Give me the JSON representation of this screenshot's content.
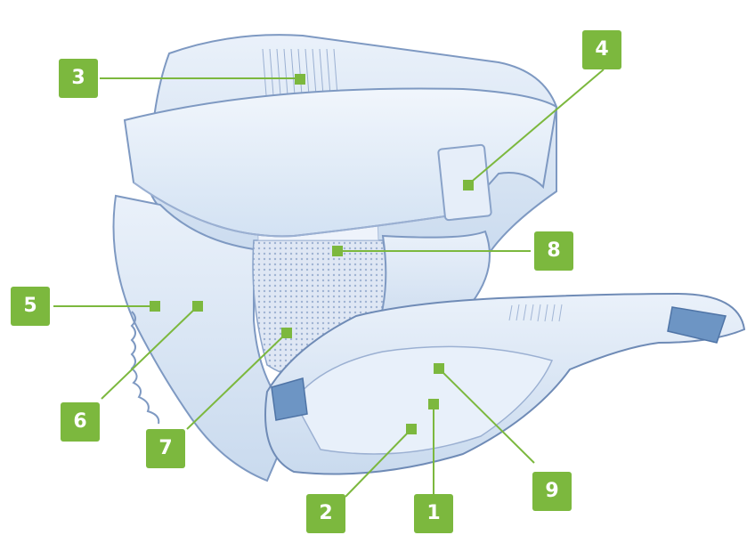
{
  "accent_color": "#7cb83e",
  "product_illustration": {
    "icon": "incontinence-brief-with-waist-belt-icon",
    "colors": {
      "fabric": "#dfeaf7",
      "fabric_shadow": "#b7cbe6",
      "outline": "#5b79a8",
      "tab": "#6d95c4",
      "core": "#eef3fb"
    }
  },
  "callouts": [
    {
      "id": "3",
      "label": "3"
    },
    {
      "id": "4",
      "label": "4"
    },
    {
      "id": "8",
      "label": "8"
    },
    {
      "id": "5",
      "label": "5"
    },
    {
      "id": "6",
      "label": "6"
    },
    {
      "id": "7",
      "label": "7"
    },
    {
      "id": "9",
      "label": "9"
    },
    {
      "id": "2",
      "label": "2"
    },
    {
      "id": "1",
      "label": "1"
    }
  ]
}
